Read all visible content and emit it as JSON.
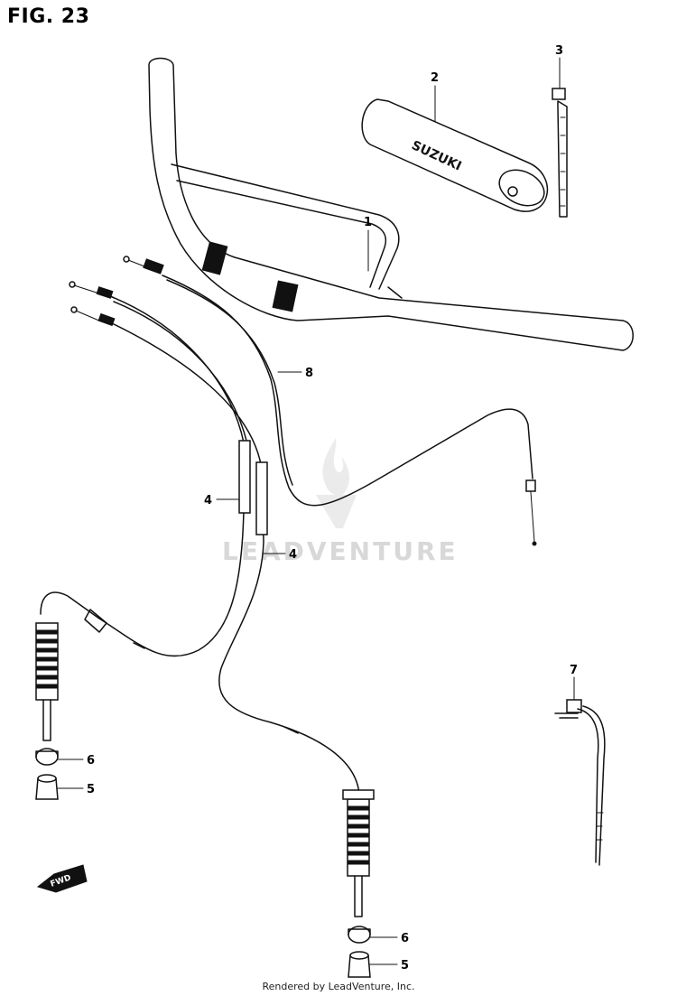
{
  "figure": {
    "title": "FIG. 23"
  },
  "callouts": [
    {
      "id": "1",
      "label": "1"
    },
    {
      "id": "2",
      "label": "2"
    },
    {
      "id": "3",
      "label": "3"
    },
    {
      "id": "4a",
      "label": "4"
    },
    {
      "id": "4b",
      "label": "4"
    },
    {
      "id": "5a",
      "label": "5"
    },
    {
      "id": "5b",
      "label": "5"
    },
    {
      "id": "6a",
      "label": "6"
    },
    {
      "id": "6b",
      "label": "6"
    },
    {
      "id": "7",
      "label": "7"
    },
    {
      "id": "8",
      "label": "8"
    }
  ],
  "pad_text": "SUZUKI",
  "fwd_text": "FWD",
  "watermark": "LEADVENTURE",
  "footer": "Rendered by LeadVenture, Inc.",
  "colors": {
    "ink": "#111111",
    "watermark": "#d8d8d8",
    "background": "#ffffff"
  }
}
